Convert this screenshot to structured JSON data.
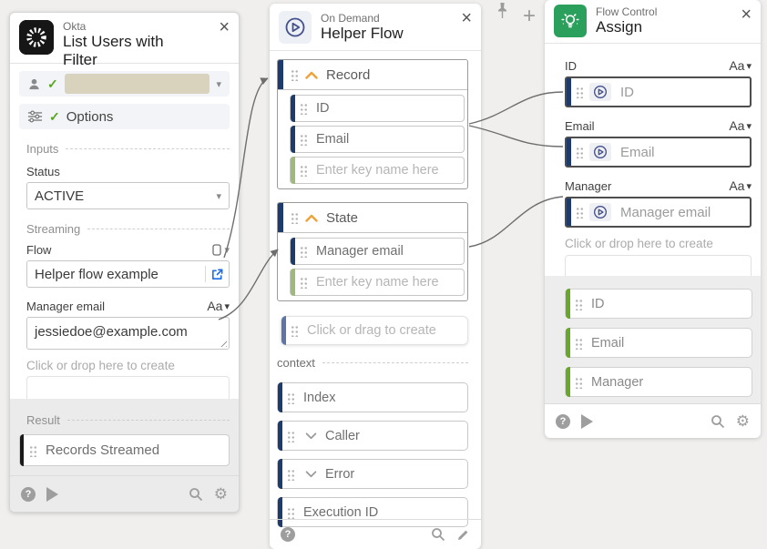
{
  "glyphs": {
    "close": "×",
    "caret": "▾",
    "check": "✓",
    "plus": "+",
    "aa": "Aa"
  },
  "colors": {
    "navy": "#1d3c6d",
    "green_output": "#67a829",
    "green_key": "#9fba78",
    "slate_blue": "#5d74a6",
    "orange_chevron": "#f0a23a",
    "link_blue": "#1a6ce8",
    "okta_icon_bg": "#161616",
    "flow_control_green": "#2ba05c",
    "redacted_tan": "#d9d2bd",
    "check_green": "#56a61f",
    "result_bar_black": "#1a1a1a"
  },
  "okta_card": {
    "app_label": "Okta",
    "title": "List Users with Filter",
    "options_label": "Options",
    "sections": {
      "inputs": "Inputs",
      "streaming": "Streaming",
      "result": "Result"
    },
    "status": {
      "label": "Status",
      "value": "ACTIVE"
    },
    "flow": {
      "label": "Flow",
      "value": "Helper flow example"
    },
    "manager_email": {
      "label": "Manager email",
      "type_selector": "Aa",
      "value": "jessiedoe@example.com"
    },
    "drop_hint": "Click or drop here to create",
    "result_pill": "Records Streamed"
  },
  "helper_card": {
    "app_label": "On Demand",
    "title": "Helper Flow",
    "record": {
      "label": "Record",
      "children": [
        {
          "label": "ID"
        },
        {
          "label": "Email"
        }
      ],
      "placeholder": "Enter key name here"
    },
    "state": {
      "label": "State",
      "children": [
        {
          "label": "Manager email"
        }
      ],
      "placeholder": "Enter key name here"
    },
    "drag_hint": "Click or drag to create",
    "context_label": "context",
    "context_items": [
      {
        "label": "Index",
        "expandable": false
      },
      {
        "label": "Caller",
        "expandable": true
      },
      {
        "label": "Error",
        "expandable": true
      },
      {
        "label": "Execution ID",
        "expandable": false
      }
    ]
  },
  "assign_card": {
    "app_label": "Flow Control",
    "title": "Assign",
    "fields": [
      {
        "label": "ID",
        "type_selector": "Aa",
        "chip": "ID"
      },
      {
        "label": "Email",
        "type_selector": "Aa",
        "chip": "Email"
      },
      {
        "label": "Manager",
        "type_selector": "Aa",
        "chip": "Manager email"
      }
    ],
    "drop_hint": "Click or drop here to create",
    "outputs": [
      {
        "label": "ID"
      },
      {
        "label": "Email"
      },
      {
        "label": "Manager"
      }
    ]
  }
}
